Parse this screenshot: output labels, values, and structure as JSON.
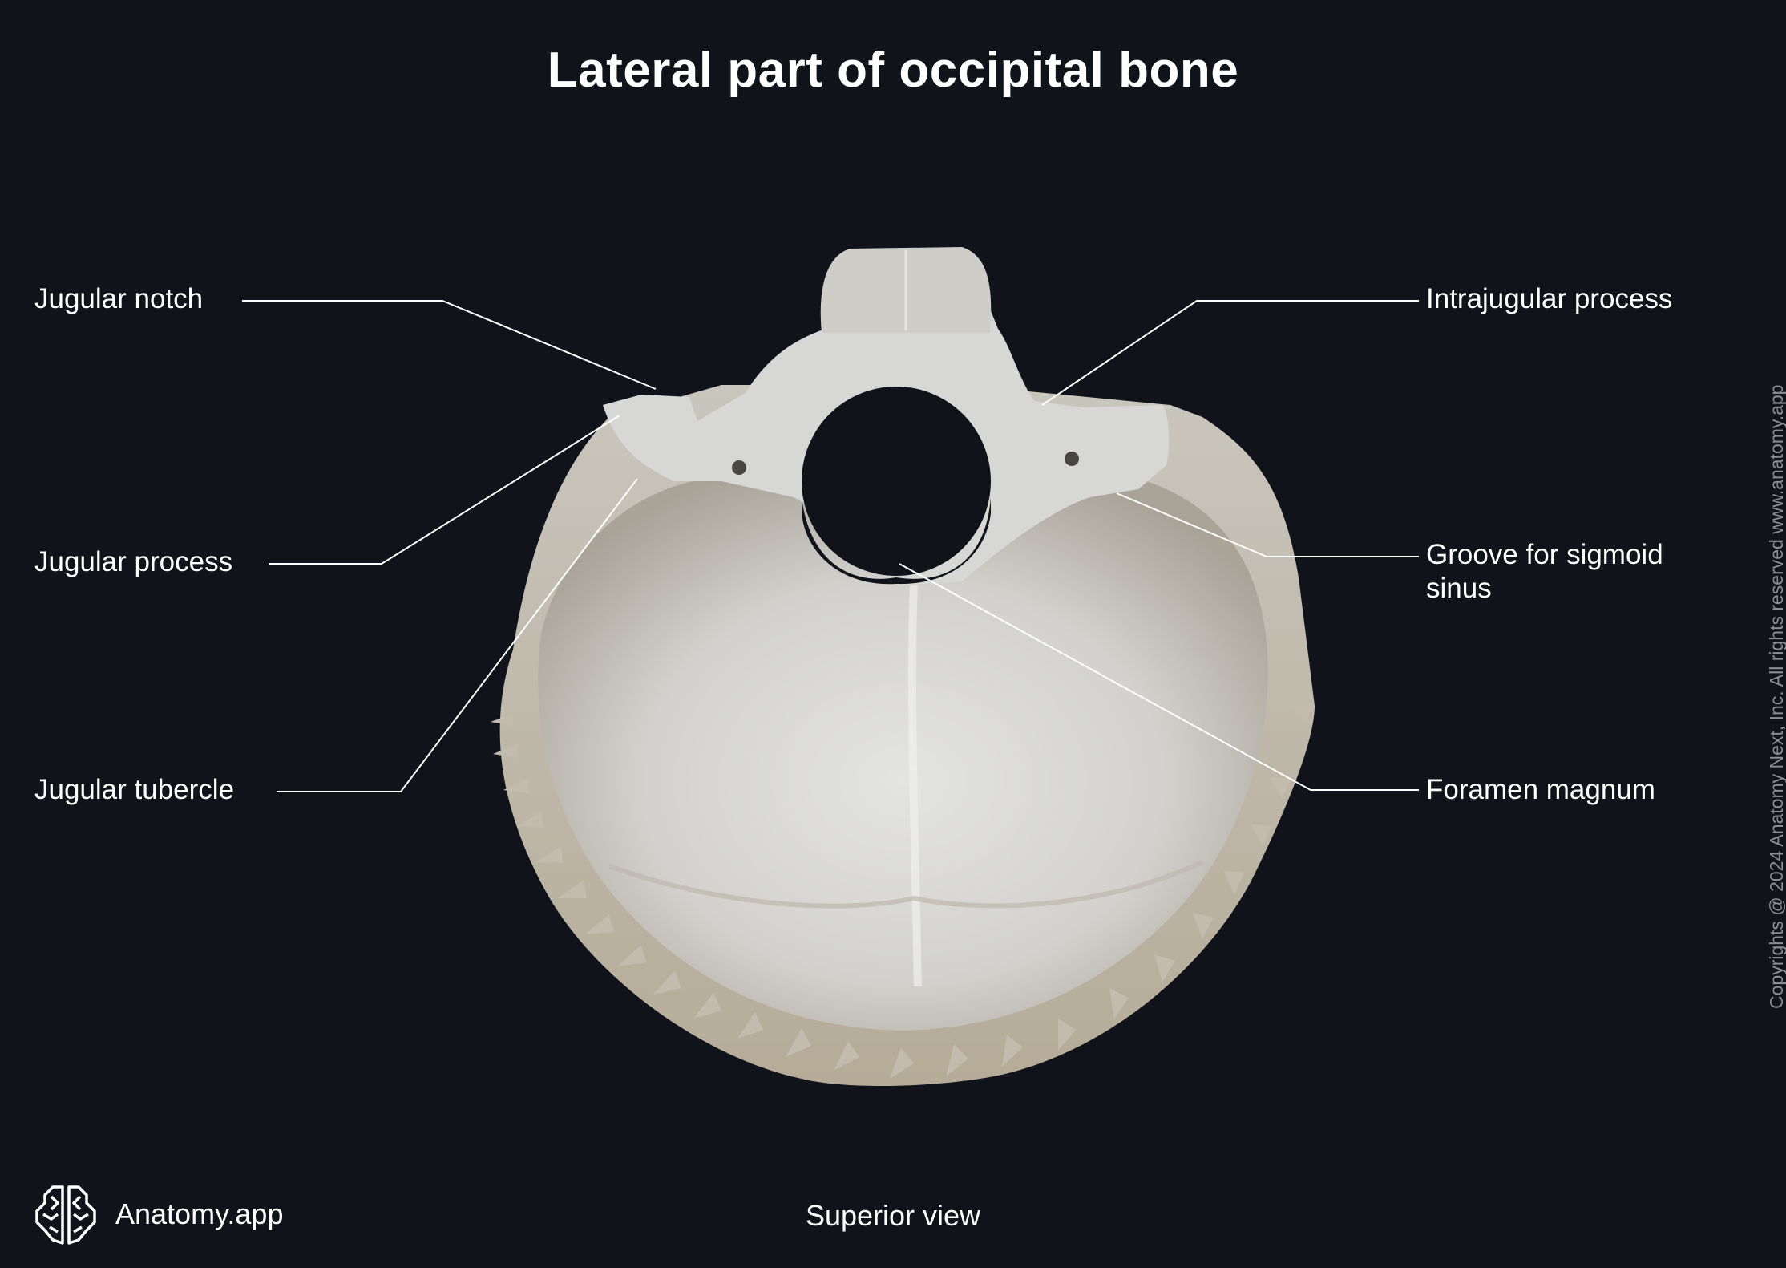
{
  "title": "Lateral part of occipital bone",
  "labels": {
    "jugular_notch": "Jugular notch",
    "jugular_process": "Jugular process",
    "jugular_tubercle": "Jugular tubercle",
    "intrajugular_process": "Intrajugular process",
    "groove_sigmoid_sinus": "Groove for sigmoid sinus",
    "foramen_magnum": "Foramen magnum"
  },
  "view": "Superior view",
  "brand": {
    "name": "Anatomy.app",
    "icon": "brain-icon"
  },
  "copyright": "Copyrights @ 2024 Anatomy Next, Inc. All rights reserved www.anatomy.app",
  "colors": {
    "background": "#10131a",
    "bone": "#d9d9d6",
    "bone_shadow": "#b8b4aa",
    "leader_line": "#ffffff",
    "copyright_text": "#8b8e94"
  }
}
